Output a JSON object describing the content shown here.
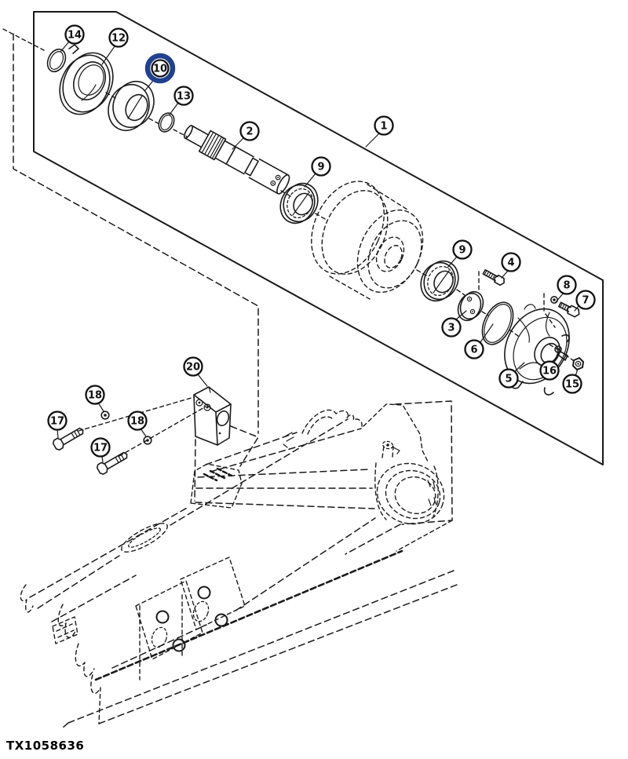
{
  "figure": {
    "id_label": "TX1058636",
    "highlight": {
      "target_callout": "10",
      "color": "#21418f"
    },
    "callouts": {
      "c1": {
        "label": "1"
      },
      "c2": {
        "label": "2"
      },
      "c3": {
        "label": "3"
      },
      "c4": {
        "label": "4"
      },
      "c5": {
        "label": "5"
      },
      "c6": {
        "label": "6"
      },
      "c7": {
        "label": "7"
      },
      "c8": {
        "label": "8"
      },
      "c9a": {
        "label": "9"
      },
      "c9b": {
        "label": "9"
      },
      "c10": {
        "label": "10"
      },
      "c12": {
        "label": "12"
      },
      "c13": {
        "label": "13"
      },
      "c14": {
        "label": "14"
      },
      "c15": {
        "label": "15"
      },
      "c16": {
        "label": "16"
      },
      "c17a": {
        "label": "17"
      },
      "c17b": {
        "label": "17"
      },
      "c18a": {
        "label": "18"
      },
      "c18b": {
        "label": "18"
      },
      "c20": {
        "label": "20"
      }
    }
  }
}
